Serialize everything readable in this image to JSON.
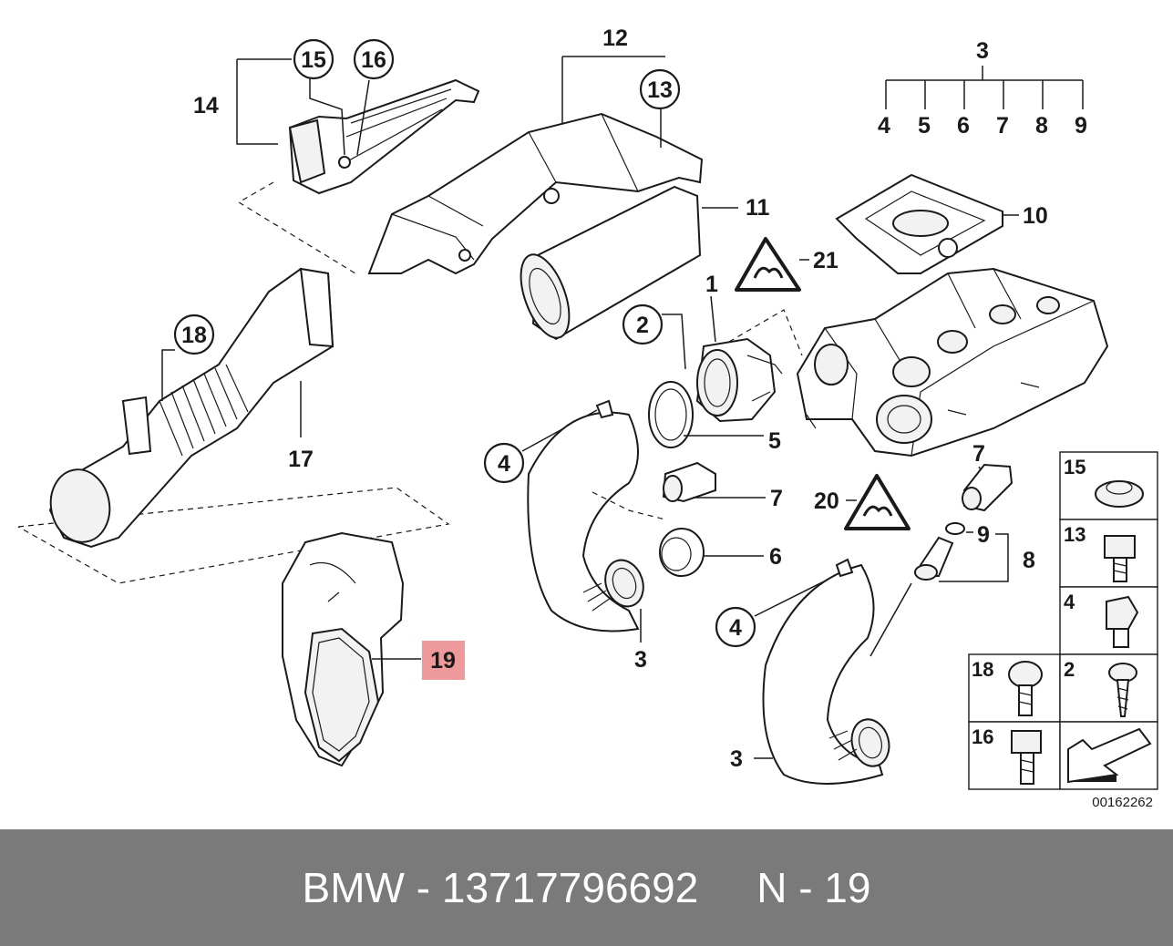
{
  "diagram": {
    "image_number": "00162262",
    "callouts": {
      "c1": "1",
      "c2": "2",
      "c3_top": "3",
      "c3_mid": "3",
      "c3_bot": "3",
      "c4_top": "4",
      "c4_bot": "4",
      "c4_row": "4",
      "c5_row": "5",
      "c5": "5",
      "c6_row": "6",
      "c6": "6",
      "c7_row": "7",
      "c7": "7",
      "c7_b": "7",
      "c8_row": "8",
      "c8": "8",
      "c9_row": "9",
      "c9": "9",
      "c10": "10",
      "c11": "11",
      "c12": "12",
      "c13": "13",
      "c14": "14",
      "c15": "15",
      "c16": "16",
      "c17": "17",
      "c18": "18",
      "c19": "19",
      "c20": "20",
      "c21": "21"
    },
    "legend": {
      "l15": "15",
      "l13": "13",
      "l4": "4",
      "l18": "18",
      "l2": "2",
      "l16": "16"
    },
    "highlight_color": "#ef9a9a"
  },
  "footer": {
    "brand": "BMW",
    "separator": "-",
    "part_number": "13717796692",
    "position_label": "N - 19"
  }
}
